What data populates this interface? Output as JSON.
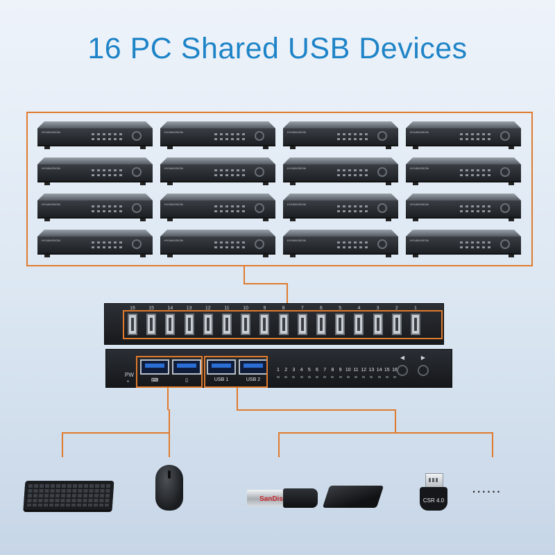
{
  "title": "16 PC Shared USB Devices",
  "computers": {
    "count": 16,
    "brand_text": "HYUNVISION"
  },
  "hub": {
    "input_port_numbers": [
      "16",
      "15",
      "14",
      "13",
      "12",
      "11",
      "10",
      "9",
      "8",
      "7",
      "6",
      "5",
      "4",
      "3",
      "2",
      "1"
    ],
    "power_label": "PW",
    "front_ports": [
      "",
      "",
      "USB 1",
      "USB 2"
    ],
    "front_port_icons": [
      "keyboard-icon",
      "mouse-icon",
      "usb-icon",
      "usb-icon"
    ],
    "channel_numbers": [
      "1",
      "2",
      "3",
      "4",
      "5",
      "6",
      "7",
      "8",
      "9",
      "10",
      "11",
      "12",
      "13",
      "14",
      "15",
      "16"
    ],
    "left_button_icon": "arrow-left-icon",
    "right_button_icon": "arrow-right-icon",
    "left_button_glyph": "◀",
    "right_button_glyph": "▶"
  },
  "devices": {
    "usb_stick_brand": "SanDisk",
    "bluetooth_label": "CSR 4.0",
    "more_indicator": "......"
  },
  "colors": {
    "title": "#1e84c7",
    "highlight": "#e07a2c",
    "usb3_blue": "#2b6fd6"
  }
}
